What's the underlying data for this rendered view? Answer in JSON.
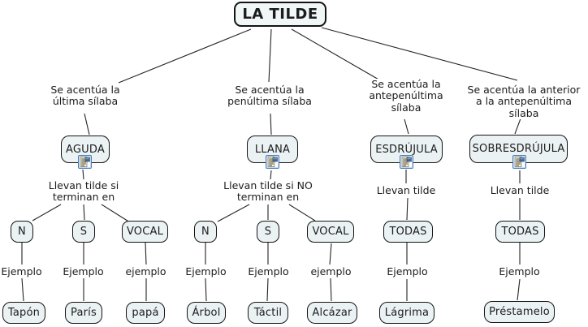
{
  "diagram": {
    "title": "LA TILDE",
    "branches": [
      {
        "condition": "Se acentúa la\núltima sílaba",
        "category": "AGUDA",
        "rule": "Llevan tilde si\nterminan en",
        "endings": [
          "N",
          "S",
          "VOCAL"
        ],
        "example_labels": [
          "Ejemplo",
          "Ejemplo",
          "ejemplo"
        ],
        "examples": [
          "Tapón",
          "París",
          "papá"
        ]
      },
      {
        "condition": "Se acentúa la\npenúltima sílaba",
        "category": "LLANA",
        "rule": "Llevan tilde si NO\nterminan en",
        "endings": [
          "N",
          "S",
          "VOCAL"
        ],
        "example_labels": [
          "Ejemplo",
          "Ejemplo",
          "ejemplo"
        ],
        "examples": [
          "Árbol",
          "Táctil",
          "Alcázar"
        ]
      },
      {
        "condition": "Se acentúa la\nantepenúltima\nsílaba",
        "category": "ESDRÚJULA",
        "rule": "Llevan tilde",
        "endings": [
          "TODAS"
        ],
        "example_labels": [
          "Ejemplo"
        ],
        "examples": [
          "Lágrima"
        ]
      },
      {
        "condition": "Se acentúa la anterior\na la antepenúltima sílaba",
        "category": "SOBRESDRÚJULA",
        "rule": "Llevan tilde",
        "endings": [
          "TODAS"
        ],
        "example_labels": [
          "Ejemplo"
        ],
        "examples": [
          "Préstamelo"
        ]
      }
    ],
    "icons": {
      "resource": "resource-document-icon"
    },
    "colors": {
      "node_fill": "#ebf2f3",
      "node_border": "#141414",
      "icon_border": "#4a7ebb",
      "background": "#ffffff"
    }
  }
}
